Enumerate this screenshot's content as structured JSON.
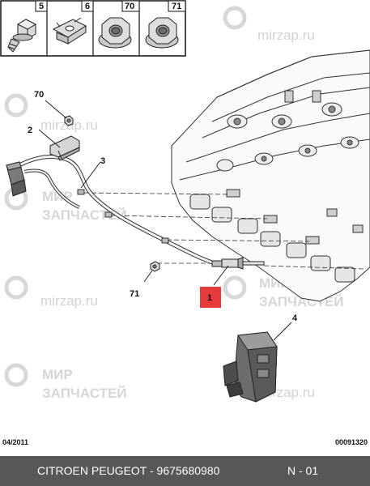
{
  "parts_bar": [
    "5",
    "6",
    "70",
    "71"
  ],
  "callouts": {
    "c70": "70",
    "c2": "2",
    "c3": "3",
    "c71": "71",
    "c1": "1",
    "c4": "4"
  },
  "watermark": {
    "site": "mirzap.ru",
    "line1": "МИР",
    "line2": "ЗАПЧАСТЕЙ"
  },
  "diagram_date": "04/2011",
  "diagram_code": "00091320",
  "footer": {
    "brand": "CITROEN PEUGEOT - 9675680980",
    "page": "N - 01"
  },
  "colors": {
    "highlight": "#e63a3a",
    "footer_bg": "#575757",
    "watermark": "#d3d3d3"
  }
}
